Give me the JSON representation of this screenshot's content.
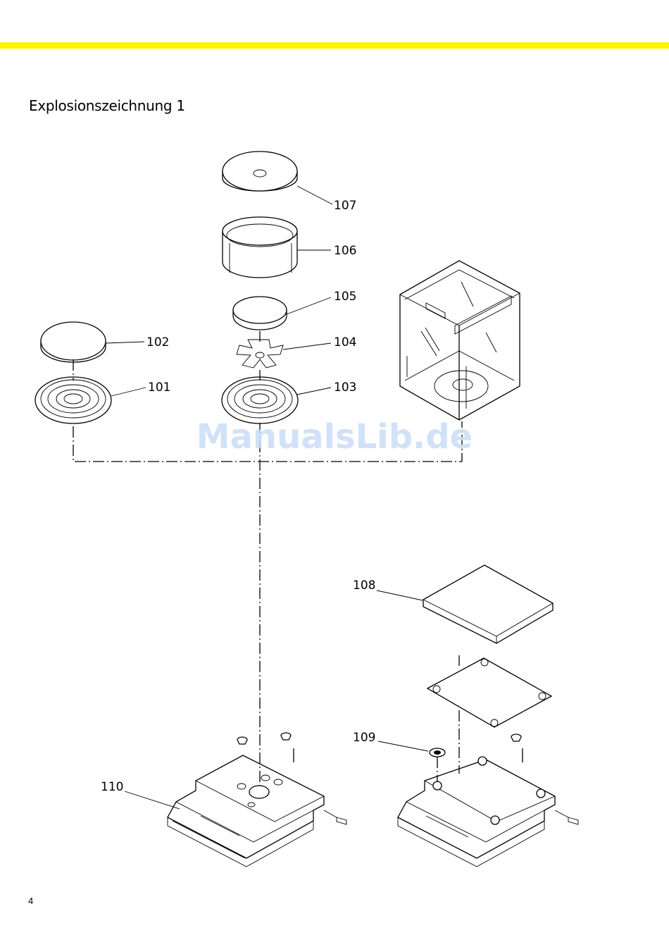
{
  "page": {
    "title": "Explosionszeichnung 1",
    "page_number": "4",
    "accent_color": "#fff200"
  },
  "watermark": "ManualsLib.de",
  "parts": [
    {
      "id": "101",
      "label": "101"
    },
    {
      "id": "102",
      "label": "102"
    },
    {
      "id": "103",
      "label": "103"
    },
    {
      "id": "104",
      "label": "104"
    },
    {
      "id": "105",
      "label": "105"
    },
    {
      "id": "106",
      "label": "106"
    },
    {
      "id": "107",
      "label": "107"
    },
    {
      "id": "108",
      "label": "108"
    },
    {
      "id": "109",
      "label": "109"
    },
    {
      "id": "110",
      "label": "110"
    }
  ]
}
